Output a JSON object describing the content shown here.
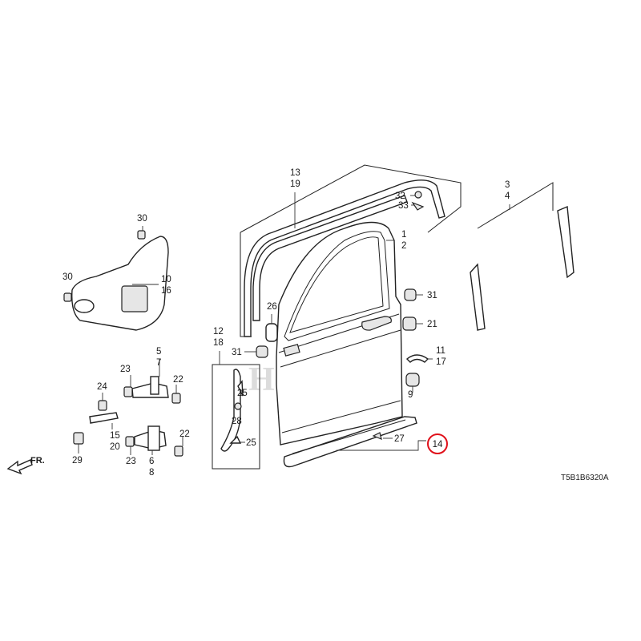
{
  "labels": {
    "l13": "13",
    "l19": "19",
    "l32": "32",
    "l33": "33",
    "l3": "3",
    "l4": "4",
    "l1": "1",
    "l2": "2",
    "l30a": "30",
    "l30b": "30",
    "l10": "10",
    "l16": "16",
    "l31a": "31",
    "l21": "21",
    "l26": "26",
    "l31b": "31",
    "l11": "11",
    "l17": "17",
    "l12": "12",
    "l18": "18",
    "l5": "5",
    "l7": "7",
    "l23a": "23",
    "l22a": "22",
    "l24": "24",
    "l25a": "25",
    "l28": "28",
    "l9": "9",
    "l15": "15",
    "l20": "20",
    "l29": "29",
    "l23b": "23",
    "l6": "6",
    "l8": "8",
    "l22b": "22",
    "l25b": "25",
    "l27": "27",
    "l14": "14"
  },
  "highlighted_part": "14",
  "highlight_color": "#e0101a",
  "diagram_code": "T5B1B6320A",
  "direction_label": "FR.",
  "watermark": "HONDA",
  "icons": {
    "direction": "arrow-left-icon"
  }
}
